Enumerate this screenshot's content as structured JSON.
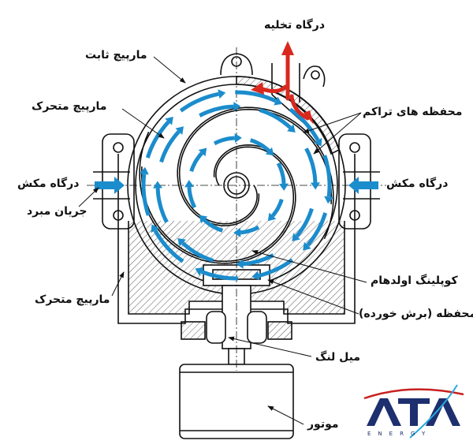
{
  "labels": {
    "discharge_port": "درگاه تخلیه",
    "fixed_scroll": "مارپیچ ثابت",
    "orbiting_scroll_top": "مارپیچ متحرک",
    "compression_chambers": "محفظه های تراکم",
    "suction_port_left": "درگاه مکش",
    "suction_port_right": "درگاه مکش",
    "refrigerant_flow": "جریان مبرد",
    "orbiting_scroll_bottom": "مارپیچ متحرک",
    "oldham_coupling": "کوپلینگ اولدهام",
    "housing_cut": "محفظه (برش خورده)",
    "crankshaft": "میل لنگ",
    "motor": "موتور"
  },
  "logo": {
    "name": "ATA",
    "sub": "ENERGY"
  },
  "colors": {
    "flow": "#1b8ccc",
    "discharge": "#d9281e",
    "logo_blue": "#1d2f6e",
    "logo_red": "#c8201f",
    "logo_cyan": "#27a9e1"
  }
}
